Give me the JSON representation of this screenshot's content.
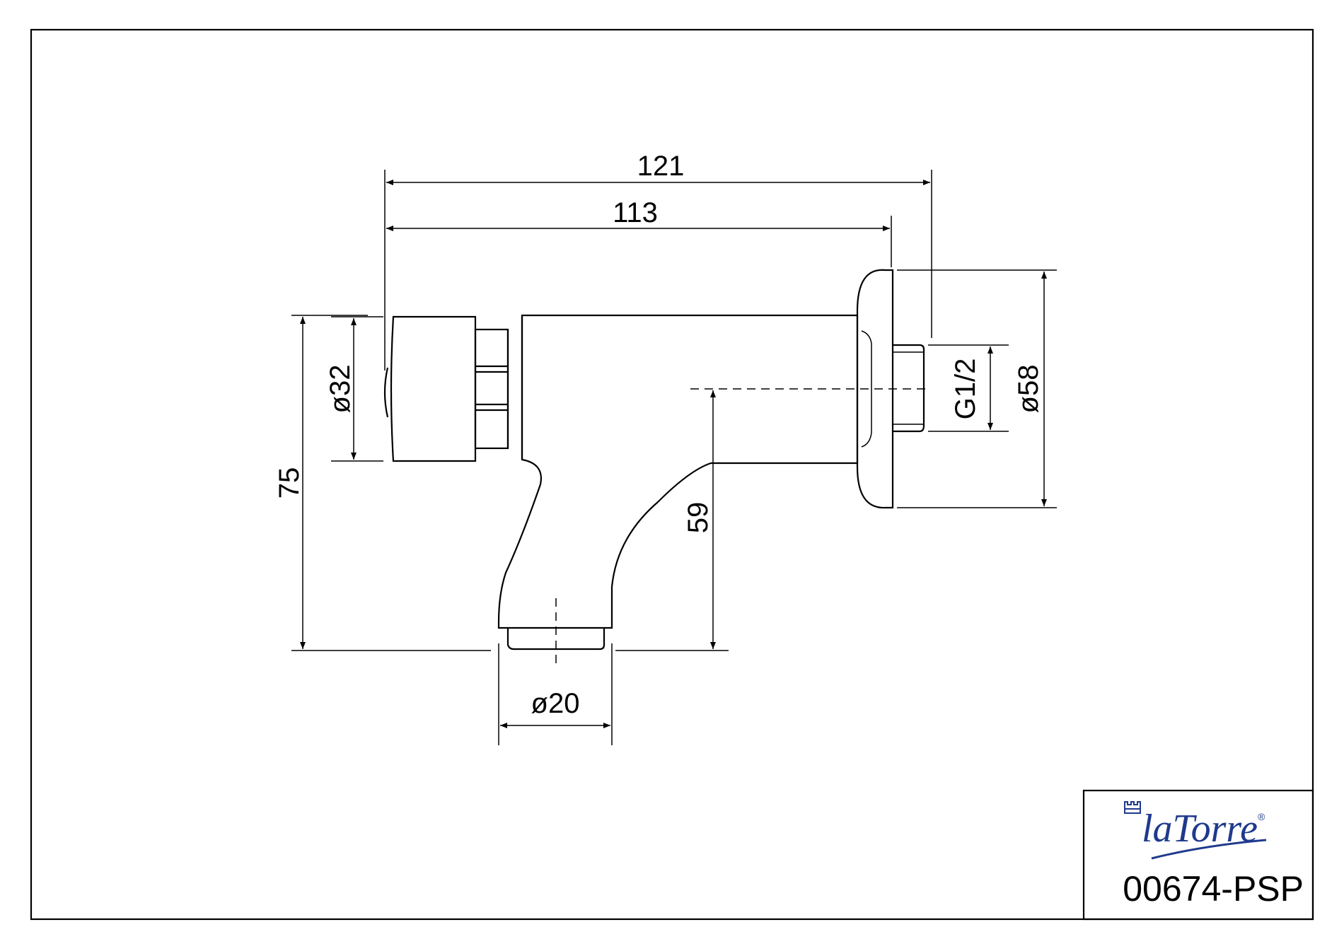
{
  "drawing": {
    "dimensions": {
      "overall_length": "121",
      "body_length": "113",
      "head_diameter": "ø32",
      "total_height": "75",
      "flange_diameter": "ø58",
      "thread": "G1/2",
      "spout_height": "59",
      "outlet_diameter": "ø20"
    }
  },
  "title_block": {
    "brand": "laTorre",
    "registered_mark": "®",
    "part_number": "00674-PSP",
    "brand_color": "#1f3a8c"
  }
}
